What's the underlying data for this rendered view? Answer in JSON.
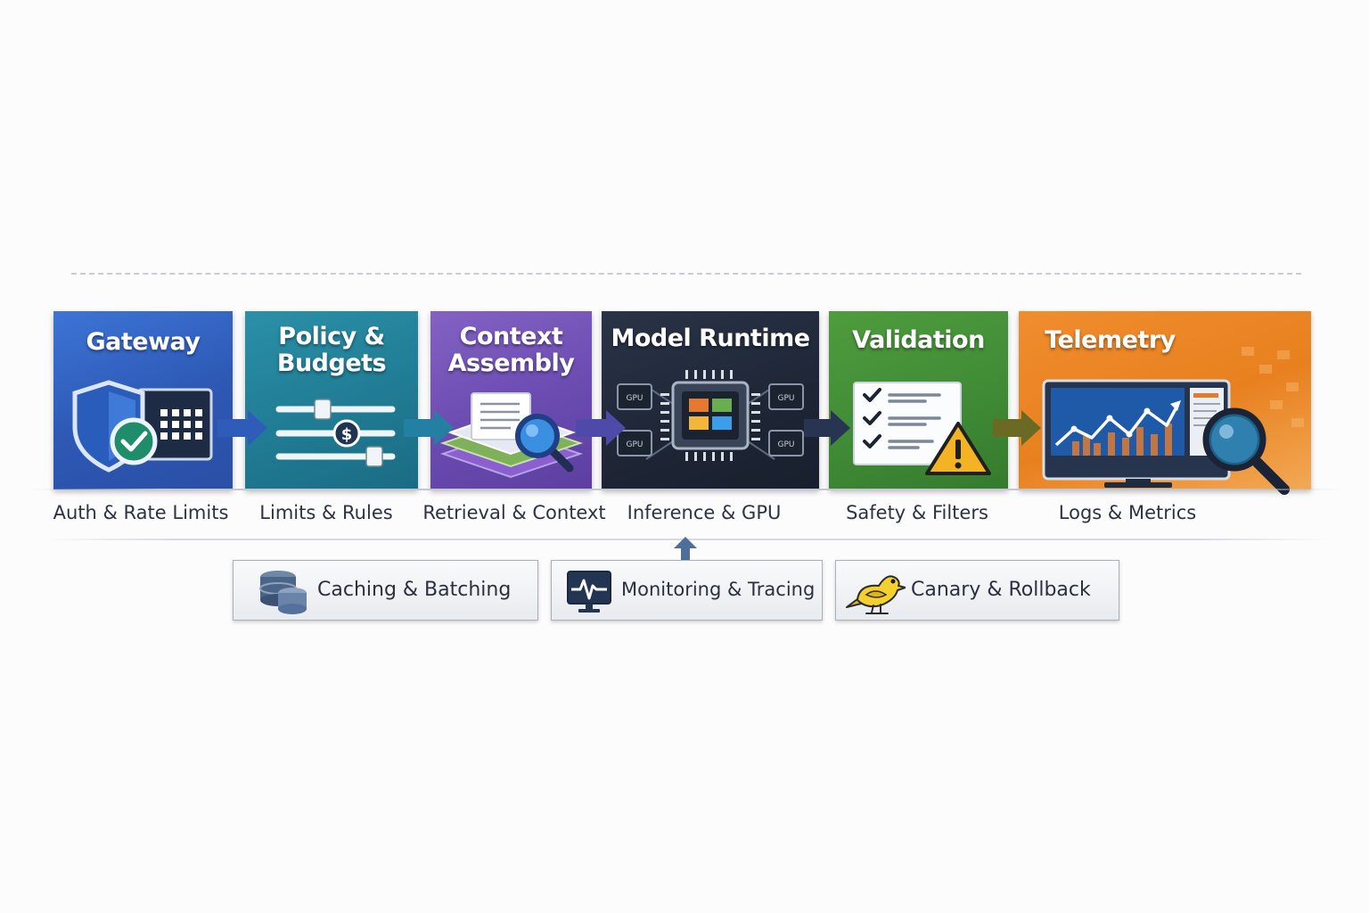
{
  "stages": [
    {
      "title": "Gateway",
      "subtitle": "Auth & Rate Limits",
      "color": "#2f5fbf",
      "icon": "shield-check-icon"
    },
    {
      "title": "Policy &\nBudgets",
      "subtitle": "Limits & Rules",
      "color": "#1f7f96",
      "icon": "sliders-dollar-icon"
    },
    {
      "title": "Context\nAssembly",
      "subtitle": "Retrieval & Context",
      "color": "#6a4bb0",
      "icon": "document-layers-search-icon"
    },
    {
      "title": "Model Runtime",
      "subtitle": "Inference & GPU",
      "color": "#1e2636",
      "icon": "chip-gpu-icon",
      "chip_labels": [
        "GPU",
        "GPU",
        "GPU",
        "GPU"
      ]
    },
    {
      "title": "Validation",
      "subtitle": "Safety & Filters",
      "color": "#3f8a35",
      "icon": "checklist-warning-icon"
    },
    {
      "title": "Telemetry",
      "subtitle": "Logs & Metrics",
      "color": "#e8801f",
      "icon": "monitor-chart-search-icon"
    }
  ],
  "services": [
    {
      "label": "Caching & Batching",
      "icon": "database-icon"
    },
    {
      "label": "Monitoring & Tracing",
      "icon": "heartbeat-monitor-icon"
    },
    {
      "label": "Canary & Rollback",
      "icon": "canary-bird-icon"
    }
  ]
}
